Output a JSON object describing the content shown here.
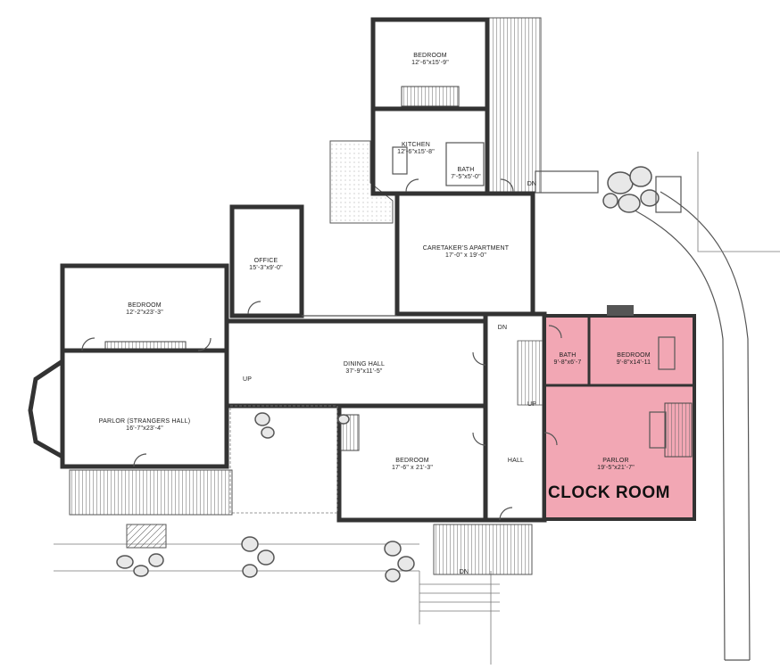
{
  "highlight": {
    "label": "CLOCK ROOM",
    "fill": "#f2a7b4",
    "stroke": "#d35a72"
  },
  "rooms": {
    "bedroom_top": {
      "name": "BEDROOM",
      "size": "12'-6\"x15'-9\""
    },
    "kitchen": {
      "name": "KITCHEN",
      "size": "12'-6\"x15'-8\""
    },
    "bath_top": {
      "name": "BATH",
      "size": "7'-5\"x5'-0\""
    },
    "caretaker": {
      "name": "CARETAKER'S APARTMENT",
      "size": "17'-0\" x 19'-0\""
    },
    "office": {
      "name": "OFFICE",
      "size": "15'-3\"x9'-0\""
    },
    "bedroom_west": {
      "name": "BEDROOM",
      "size": "12'-2\"x23'-3\""
    },
    "parlor_west": {
      "name": "PARLOR (STRANGERS HALL)",
      "size": "16'-7\"x23'-4\""
    },
    "dining": {
      "name": "DINING HALL",
      "size": "37'-9\"x11'-5\""
    },
    "bedroom_south": {
      "name": "BEDROOM",
      "size": "17'-6\" x 21'-3\""
    },
    "hall": {
      "name": "HALL"
    },
    "bath_clock": {
      "name": "BATH",
      "size": "9'-8\"x6'-7"
    },
    "bedroom_clock": {
      "name": "BEDROOM",
      "size": "9'-8\"x14'-11"
    },
    "parlor_clock": {
      "name": "PARLOR",
      "size": "19'-5\"x21'-7\""
    }
  },
  "stairs": {
    "up1": "UP",
    "up2": "UP",
    "dn1": "DN",
    "dn2": "DN",
    "dn3": "DN"
  }
}
